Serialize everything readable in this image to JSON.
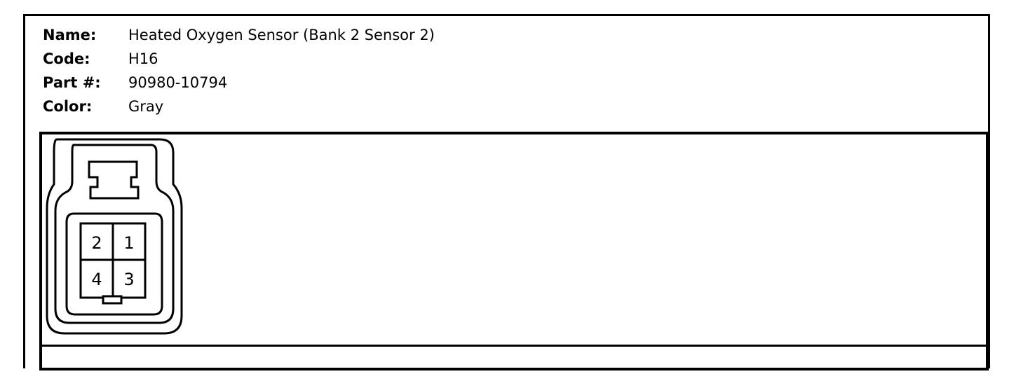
{
  "fields": [
    {
      "label": "Name:",
      "value": "Heated Oxygen Sensor (Bank 2 Sensor 2)"
    },
    {
      "label": "Code:",
      "value": "H16"
    },
    {
      "label": "Part #:",
      "value": "90980-10794"
    },
    {
      "label": "Color:",
      "value": "Gray"
    }
  ],
  "connector": {
    "pins": [
      "2",
      "1",
      "4",
      "3"
    ]
  }
}
